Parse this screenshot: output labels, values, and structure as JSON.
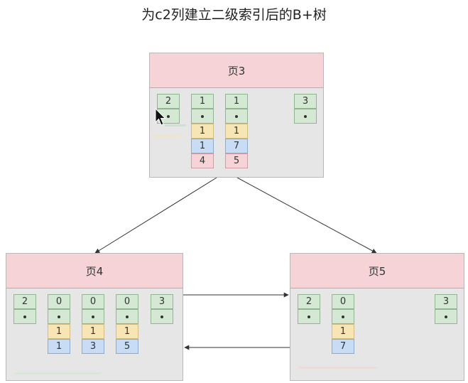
{
  "title": "为c2列建立二级索引后的B+树",
  "colors": {
    "page_header": "#f5d3d7",
    "page_body": "#e6e6e6",
    "record_key": "#d4e8d4",
    "c2_value": "#f8e5b5",
    "c1_value": "#c8dcf6",
    "page_number": "#f5d3d7"
  },
  "pages": {
    "page3": {
      "label": "页3",
      "records": [
        {
          "key": "2",
          "rows": []
        },
        {
          "key": "1",
          "rows": [
            "1",
            "1",
            "4"
          ]
        },
        {
          "key": "1",
          "rows": [
            "1",
            "7",
            "5"
          ]
        },
        {
          "key": "3",
          "rows": []
        }
      ]
    },
    "page4": {
      "label": "页4",
      "records": [
        {
          "key": "2",
          "rows": []
        },
        {
          "key": "0",
          "rows": [
            "1",
            "1"
          ]
        },
        {
          "key": "0",
          "rows": [
            "1",
            "3"
          ]
        },
        {
          "key": "0",
          "rows": [
            "1",
            "5"
          ]
        },
        {
          "key": "3",
          "rows": []
        }
      ]
    },
    "page5": {
      "label": "页5",
      "records": [
        {
          "key": "2",
          "rows": []
        },
        {
          "key": "0",
          "rows": [
            "1",
            "7"
          ]
        },
        {
          "key": "3",
          "rows": []
        }
      ]
    }
  },
  "icons": {
    "cursor": "mouse-pointer-icon"
  }
}
